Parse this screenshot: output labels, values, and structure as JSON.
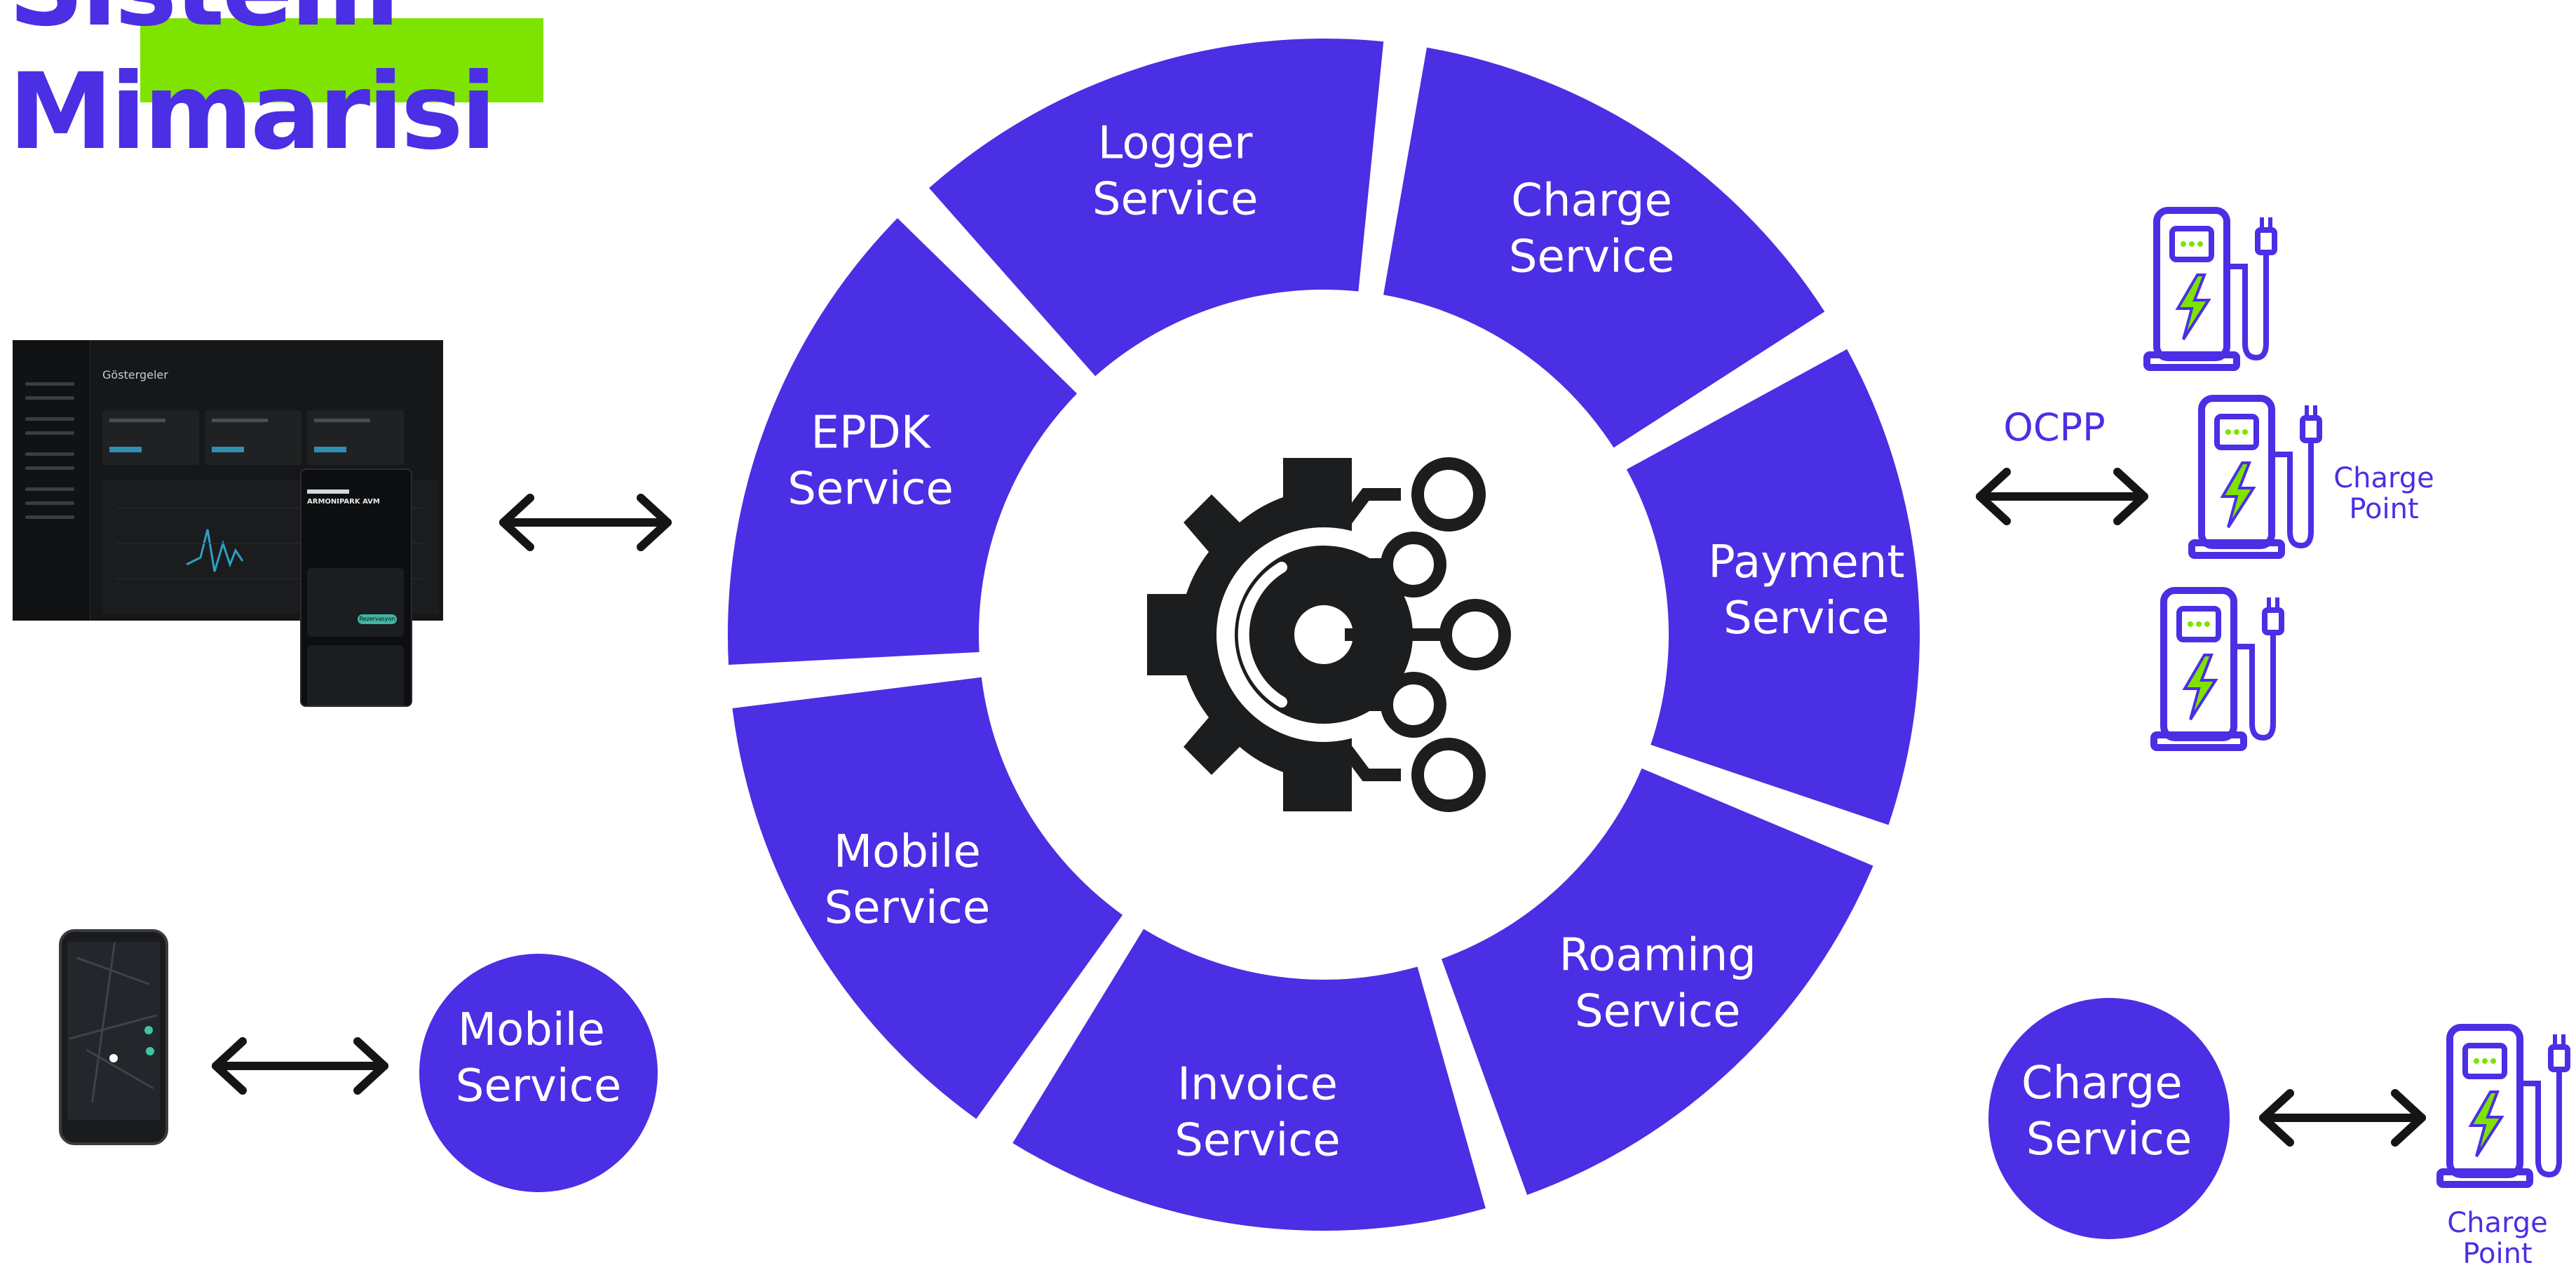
{
  "colors": {
    "segment": "#4A2FE4",
    "accent_green": "#7FE300",
    "hub_icon": "#1B1D1E",
    "arrow": "#151515",
    "segment_text": "#FFFFFF"
  },
  "title": {
    "line1": "Sistem",
    "line2": "Mimarisi"
  },
  "ring_segments": [
    {
      "line1": "EPDK",
      "line2": "Service"
    },
    {
      "line1": "Logger",
      "line2": "Service"
    },
    {
      "line1": "Charge",
      "line2": "Service"
    },
    {
      "line1": "Payment",
      "line2": "Service"
    },
    {
      "line1": "Roaming",
      "line2": "Service"
    },
    {
      "line1": "Invoice",
      "line2": "Service"
    },
    {
      "line1": "Mobile",
      "line2": "Service"
    }
  ],
  "hub": {
    "icon": "gear-circuit-icon"
  },
  "protocol_label": "OCPP",
  "charge_point_labels": {
    "right_group": {
      "line1": "Charge",
      "line2": "Point"
    },
    "bottom_right": {
      "line1": "Charge",
      "line2": "Point"
    }
  },
  "bottom_circles": {
    "mobile": {
      "line1": "Mobile",
      "line2": "Service"
    },
    "charge": {
      "line1": "Charge",
      "line2": "Service"
    }
  },
  "dashboard_screenshot": {
    "heading": "Göstergeler",
    "app_name": "ARMONIPARK AVM",
    "phone_button": "Rezervasyon"
  },
  "icons": {
    "charger": "ev-charger-icon",
    "arrow": "double-arrow-icon",
    "phone": "smartphone-map-icon"
  }
}
